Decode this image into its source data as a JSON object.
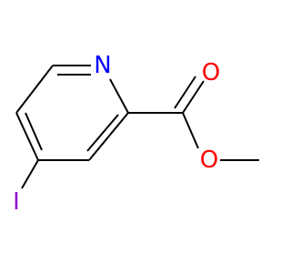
{
  "molecule": {
    "atoms": {
      "nitrogen": {
        "symbol": "N",
        "color": "#0000ff"
      },
      "carbonyl_oxygen": {
        "symbol": "O",
        "color": "#ff0000"
      },
      "ester_oxygen": {
        "symbol": "O",
        "color": "#ff0000"
      },
      "iodine": {
        "symbol": "I",
        "color": "#9400d3"
      }
    },
    "bond_color": "#000000"
  }
}
